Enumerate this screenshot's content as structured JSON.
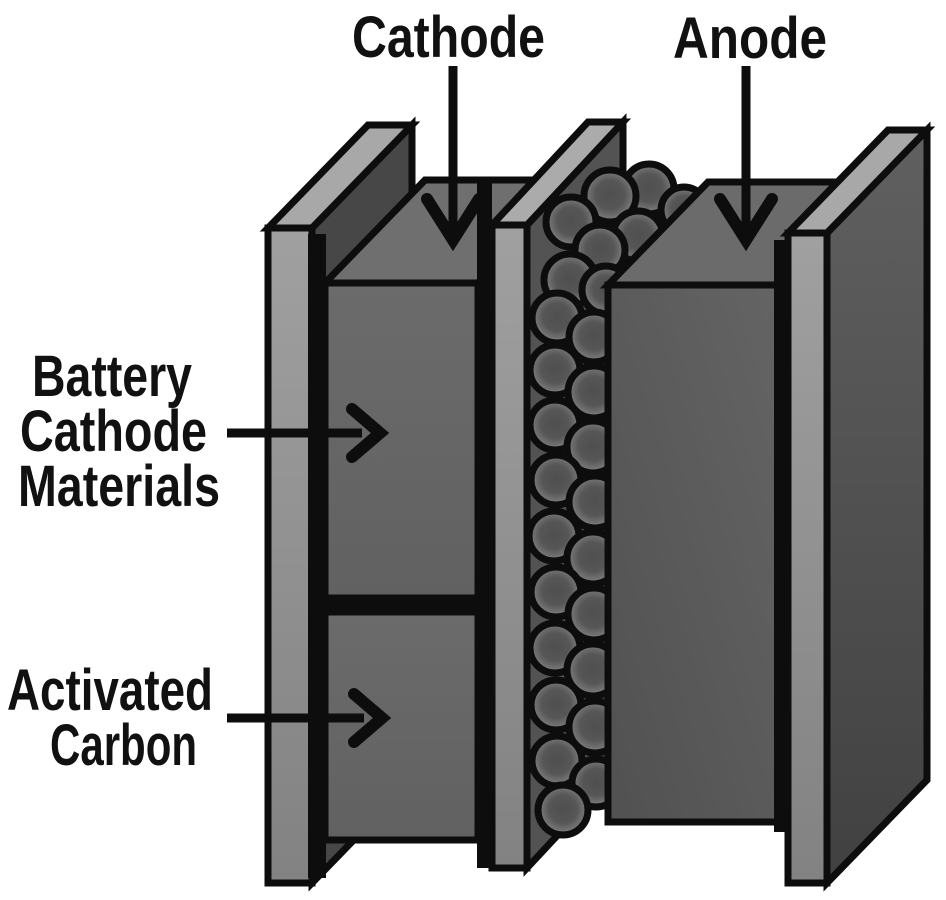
{
  "figure": {
    "type": "battery-electrode-diagram",
    "top_labels": {
      "cathode": "Cathode",
      "anode": "Anode"
    },
    "side_labels": {
      "battery_cathode_materials": {
        "line1": "Battery",
        "line2": "Cathode",
        "line3": "Materials"
      },
      "activated_carbon": {
        "line1": "Activated",
        "line2": "Carbon"
      }
    },
    "colors": {
      "background": "#ffffff",
      "outline": "#0d0d0d",
      "label_text": "#111111",
      "electrode_face": "#666666",
      "electrode_top": "#6f6f6f",
      "collector_face": "#8f8f8f",
      "collector_top": "#a8a8a8",
      "separator_face": "#535353",
      "side_shadow": "#474747",
      "bead_rim": "#8a8a8a",
      "bead_core": "#535353"
    }
  }
}
